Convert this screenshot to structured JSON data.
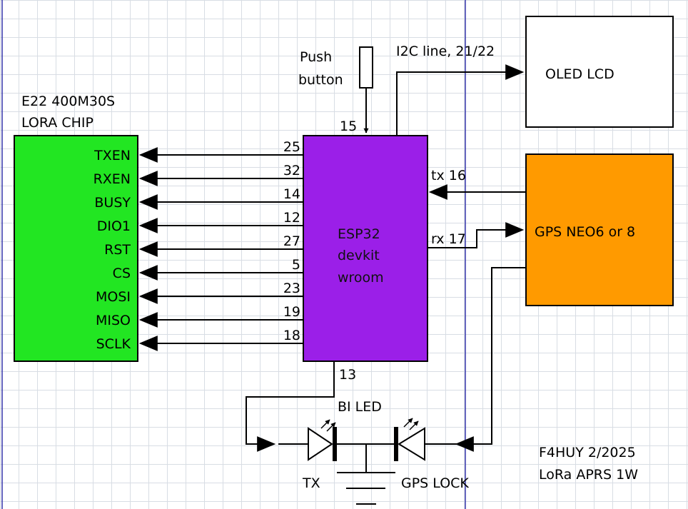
{
  "lora_chip": {
    "title_line1": "E22 400M30S",
    "title_line2": "LORA CHIP",
    "pins": [
      "TXEN",
      "RXEN",
      "BUSY",
      "DIO1",
      "RST",
      "CS",
      "MOSI",
      "MISO",
      "SCLK"
    ],
    "gpio_numbers": [
      "25",
      "32",
      "14",
      "12",
      "27",
      "5",
      "23",
      "19",
      "18"
    ]
  },
  "esp32": {
    "line1": "ESP32",
    "line2": "devkit",
    "line3": "wroom",
    "gpio_button": "15",
    "gpio_led": "13"
  },
  "push_button": {
    "line1": "Push",
    "line2": "button"
  },
  "i2c_label": "I2C line, 21/22",
  "oled": {
    "label": "OLED LCD"
  },
  "gps": {
    "label": "GPS NEO6 or 8",
    "tx_label": "tx 16",
    "rx_label": "rx 17"
  },
  "leds": {
    "title": "BI LED",
    "tx_label": "TX",
    "gps_lock_label": "GPS LOCK"
  },
  "credit": {
    "line1": "F4HUY 2/2025",
    "line2": "LoRa APRS 1W"
  },
  "colors": {
    "lora_fill": "#22e622",
    "esp32_fill": "#9b1fe8",
    "gps_fill": "#ff9a00",
    "oled_fill": "#ffffff",
    "wire": "#000000",
    "guide_line": "#3333aa"
  }
}
